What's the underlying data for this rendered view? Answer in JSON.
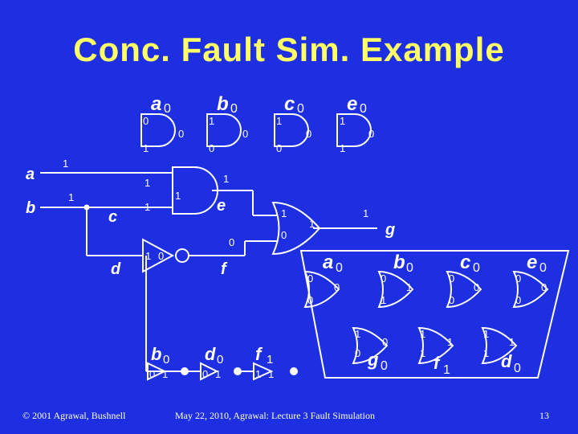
{
  "title": "Conc. Fault Sim. Example",
  "footer_left": "© 2001 Agrawal, Bushnell",
  "footer_center": "May 22, 2010, Agrawal: Lecture 3 Fault Simulation",
  "page_number": "13",
  "signals": {
    "a": "a",
    "b": "b",
    "c": "c",
    "d": "d",
    "e": "e",
    "f": "f",
    "g": "g"
  },
  "good": {
    "a": "1",
    "b": "1",
    "and_in_c": "1",
    "and_in_a": "1",
    "e_out": "1",
    "e_top": "1",
    "not_in": "1",
    "not_out": "0",
    "or_in_e": "1",
    "or_in_f": "0",
    "f_val": "0",
    "g_val": "1",
    "g_top": "1"
  },
  "top_faults": [
    {
      "name": "a",
      "sub": "0",
      "in1": "0",
      "in2": "1",
      "out": "0"
    },
    {
      "name": "b",
      "sub": "0",
      "in1": "1",
      "in2": "0",
      "out": "0"
    },
    {
      "name": "c",
      "sub": "0",
      "in1": "1",
      "in2": "0",
      "out": "0"
    },
    {
      "name": "e",
      "sub": "0",
      "in1": "1",
      "in2": "1",
      "out": "0"
    }
  ],
  "inv_faults": [
    {
      "name": "b",
      "sub": "0",
      "in": "0",
      "out": "1"
    },
    {
      "name": "d",
      "sub": "0",
      "in": "0",
      "out": "1"
    },
    {
      "name": "f",
      "sub": "1",
      "in": "1",
      "out": "1"
    }
  ],
  "or_faults_top": [
    {
      "name": "a",
      "sub": "0",
      "in1": "0",
      "in2": "0",
      "out": "0"
    },
    {
      "name": "b",
      "sub": "0",
      "in1": "0",
      "in2": "1",
      "out": "1"
    },
    {
      "name": "c",
      "sub": "0",
      "in1": "0",
      "in2": "0",
      "out": "0"
    },
    {
      "name": "e",
      "sub": "0",
      "in1": "0",
      "in2": "0",
      "out": "0"
    }
  ],
  "or_faults_bottom": [
    {
      "name": "g",
      "sub": "0",
      "in1": "1",
      "in2": "0",
      "out": "0"
    },
    {
      "name": "f",
      "sub": "1",
      "in1": "1",
      "in2": "1",
      "out": "1"
    },
    {
      "name": "d",
      "sub": "0",
      "in1": "1",
      "in2": "1",
      "out": "1"
    }
  ],
  "colors": {
    "background": "#1d2fe0",
    "title": "#ffff66",
    "lines": "#ffffff"
  }
}
